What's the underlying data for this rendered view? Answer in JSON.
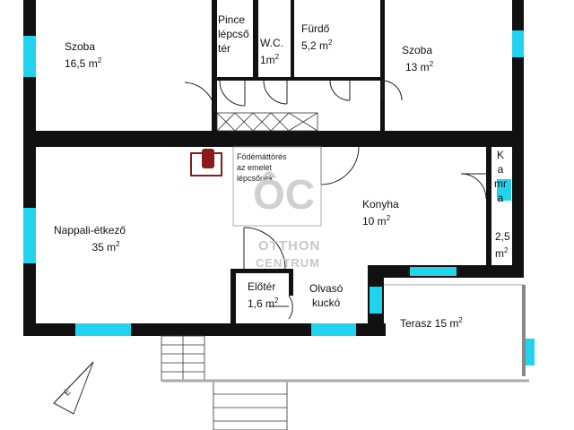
{
  "rooms": {
    "szoba_left": {
      "name": "Szoba",
      "area": "16,5 m",
      "sup": "2"
    },
    "pince": {
      "name": "Pince lépcső-tér",
      "line1": "Pince",
      "line2": "lépcső",
      "line3": "tér"
    },
    "wc": {
      "name": "W.C.",
      "area": "1m",
      "sup": "2"
    },
    "furdo": {
      "name": "Fürdő",
      "area": "5,2 m",
      "sup": "2"
    },
    "szoba_right": {
      "name": "Szoba",
      "area": "13 m",
      "sup": "2"
    },
    "nappali": {
      "name": "Nappali-étkező",
      "area": "35 m",
      "sup": "2"
    },
    "konyha": {
      "name": "Konyha",
      "area": "10 m",
      "sup": "2"
    },
    "kamra": {
      "name": "Kamra",
      "letters": "Kamra",
      "area": "2,5",
      "unit": "m",
      "sup": "2"
    },
    "eloter": {
      "name": "Előtér",
      "area": "1,6 m",
      "sup": "2"
    },
    "olvaso": {
      "name": "Olvasó kuckó",
      "line1": "Olvasó",
      "line2": "kuckó"
    },
    "terasz": {
      "name": "Terasz",
      "area": "Terasz 15 m",
      "sup": "2"
    }
  },
  "annotation": {
    "line1": "Födémáttörés",
    "line2": "az emelet",
    "line3": "lépcsőnek"
  },
  "watermark": {
    "logo": "ÔC",
    "line1": "OTTHON",
    "line2": "CENTRUM"
  },
  "compass": {
    "label": "É"
  },
  "colors": {
    "wall": "#111111",
    "window": "#22d3ee",
    "chimney": "#8b1a1a",
    "watermark": "#c8c8c8"
  }
}
